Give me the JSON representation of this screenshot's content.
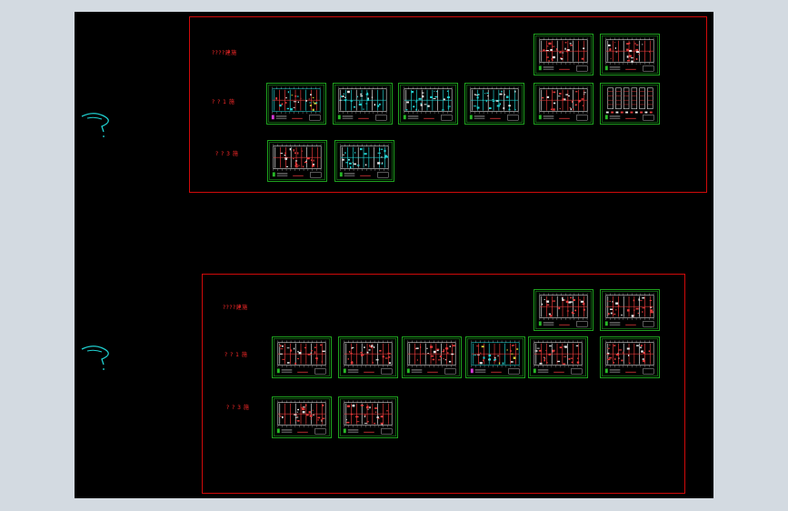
{
  "colors": {
    "outer_background": "#d3dae1",
    "model_space": "#000000",
    "frame": "#d10a0a",
    "sheet_border": "#1ea11e",
    "label": "#ff2a2a",
    "cyan_glyph": "#1fd0d0"
  },
  "groups": [
    {
      "marker_glyph": "?",
      "rows": [
        {
          "label": "????建施",
          "sheets": [
            "plan-red",
            "plan-red"
          ]
        },
        {
          "label": "? ? 1 施",
          "sheets": [
            "plan-mixed",
            "plan-cyan",
            "plan-cyan",
            "plan-cyan",
            "plan-red",
            "elevation"
          ]
        },
        {
          "label": "? ? 3 施",
          "sheets": [
            "plan-red",
            "plan-cyan"
          ]
        }
      ]
    },
    {
      "marker_glyph": "?",
      "rows": [
        {
          "label": "????建施",
          "sheets": [
            "plan-red",
            "plan-red"
          ]
        },
        {
          "label": "? ? 1 施",
          "sheets": [
            "plan-red",
            "plan-red",
            "plan-red",
            "plan-mixed",
            "plan-red",
            "plan-red"
          ]
        },
        {
          "label": "? ? 3 施",
          "sheets": [
            "plan-red",
            "plan-red"
          ]
        }
      ]
    }
  ]
}
